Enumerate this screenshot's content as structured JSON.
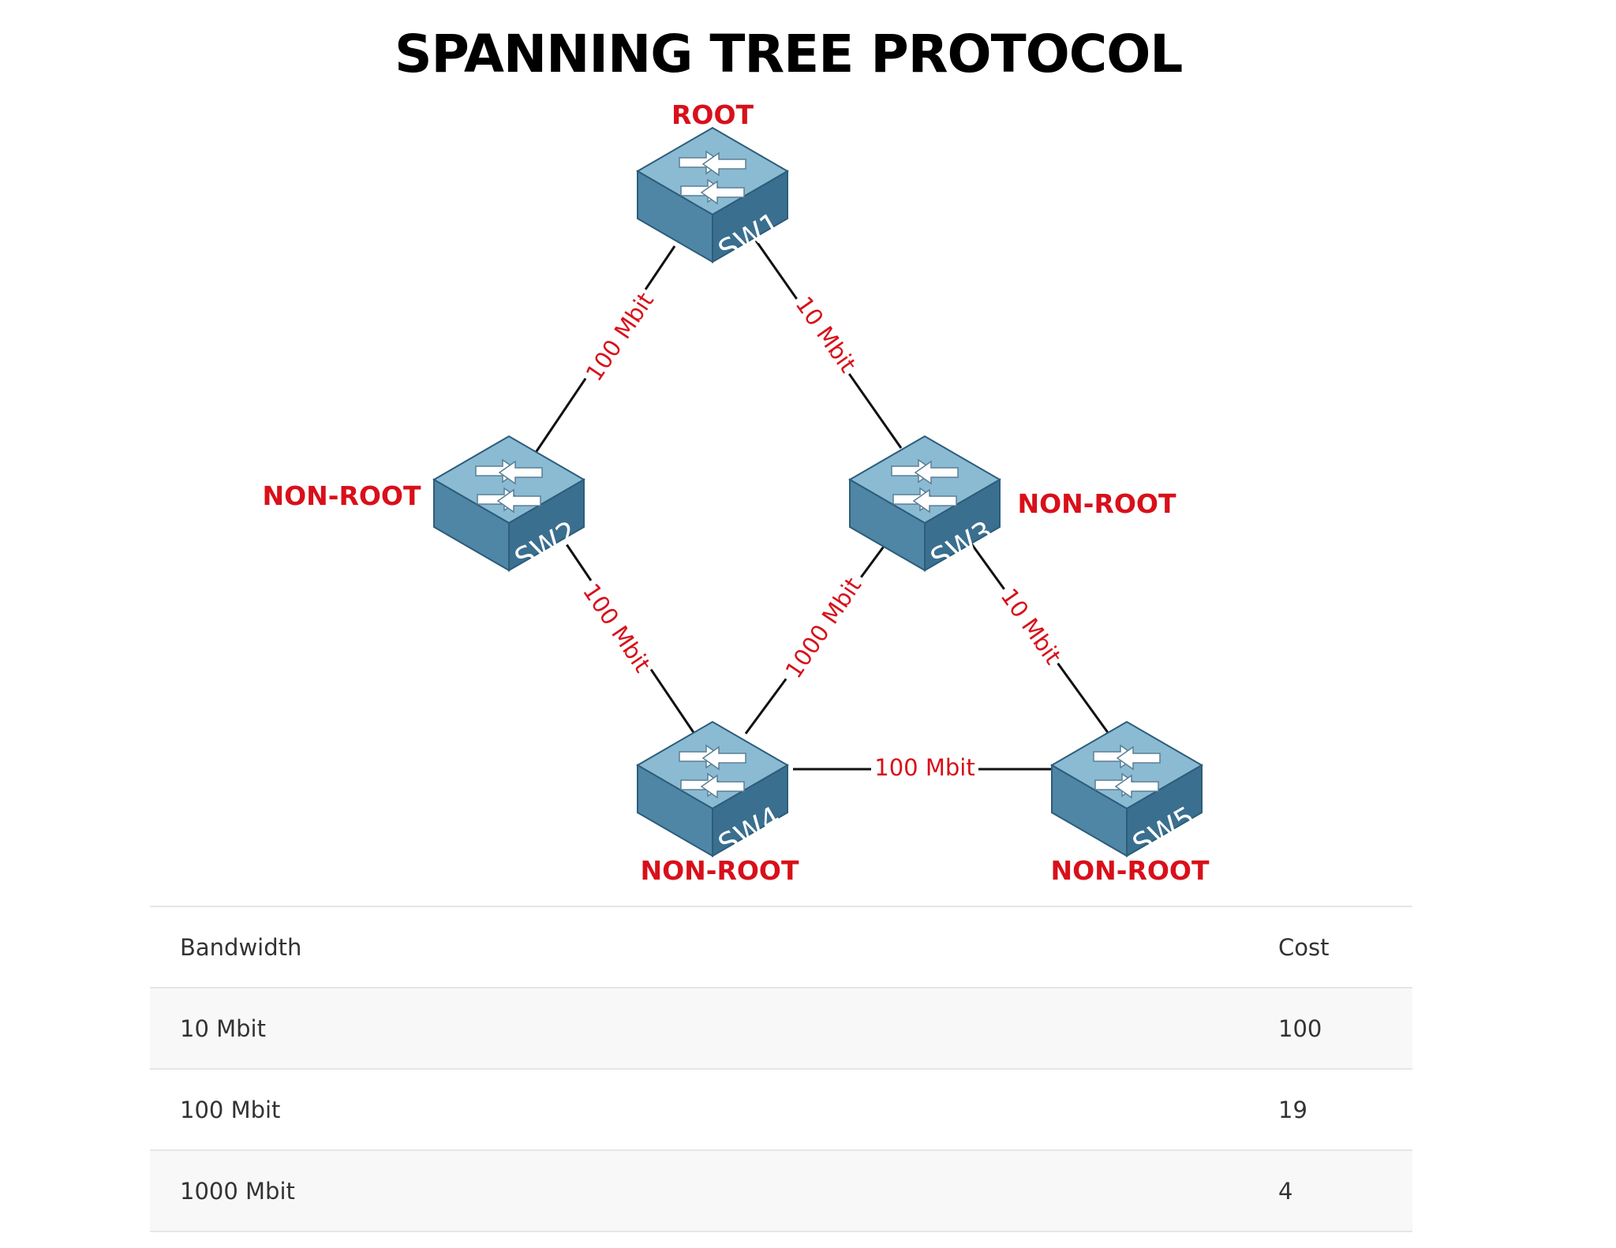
{
  "title": "SPANNING TREE PROTOCOL",
  "colors": {
    "role_label": "#d8101a",
    "link_label": "#d8101a",
    "switch_top": "#8bbad3",
    "switch_left": "#4f86a6",
    "switch_front": "#3a6f8f"
  },
  "diagram": {
    "switches": [
      {
        "name": "SW1",
        "role": "ROOT"
      },
      {
        "name": "SW2",
        "role": "NON-ROOT"
      },
      {
        "name": "SW3",
        "role": "NON-ROOT"
      },
      {
        "name": "SW4",
        "role": "NON-ROOT"
      },
      {
        "name": "SW5",
        "role": "NON-ROOT"
      }
    ],
    "links": [
      {
        "from": "SW1",
        "to": "SW2",
        "label": "100 Mbit"
      },
      {
        "from": "SW1",
        "to": "SW3",
        "label": "10 Mbit"
      },
      {
        "from": "SW2",
        "to": "SW4",
        "label": "100 Mbit"
      },
      {
        "from": "SW3",
        "to": "SW4",
        "label": "1000 Mbit"
      },
      {
        "from": "SW3",
        "to": "SW5",
        "label": "10 Mbit"
      },
      {
        "from": "SW4",
        "to": "SW5",
        "label": "100 Mbit"
      }
    ]
  },
  "table": {
    "headers": [
      "Bandwidth",
      "Cost"
    ],
    "rows": [
      [
        "10 Mbit",
        "100"
      ],
      [
        "100 Mbit",
        "19"
      ],
      [
        "1000 Mbit",
        "4"
      ]
    ]
  }
}
